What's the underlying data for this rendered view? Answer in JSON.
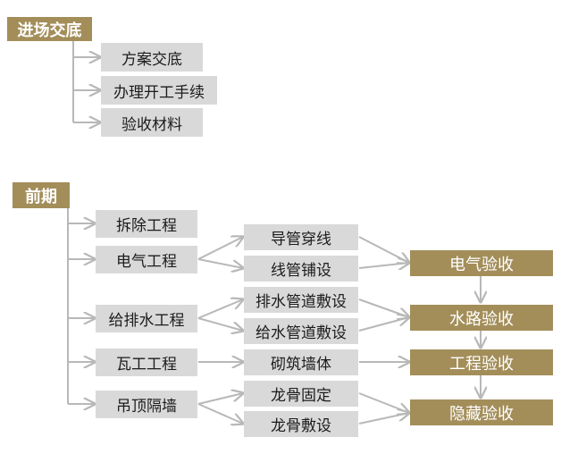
{
  "colors": {
    "header": "#a38e5a",
    "box": "#d9d9d9",
    "line": "#b8b8b8",
    "text": "#1c1c1c"
  },
  "section_entry": {
    "title": "进场交底",
    "items": [
      "方案交底",
      "办理开工手续",
      "验收材料"
    ]
  },
  "section_early": {
    "title": "前期",
    "tasks": [
      "拆除工程",
      "电气工程",
      "给排水工程",
      "瓦工工程",
      "吊顶隔墙"
    ],
    "subtasks": [
      "导管穿线",
      "线管铺设",
      "排水管道敷设",
      "给水管道敷设",
      "砌筑墙体",
      "龙骨固定",
      "龙骨敷设"
    ],
    "checks": [
      "电气验收",
      "水路验收",
      "工程验收",
      "隐藏验收"
    ]
  }
}
